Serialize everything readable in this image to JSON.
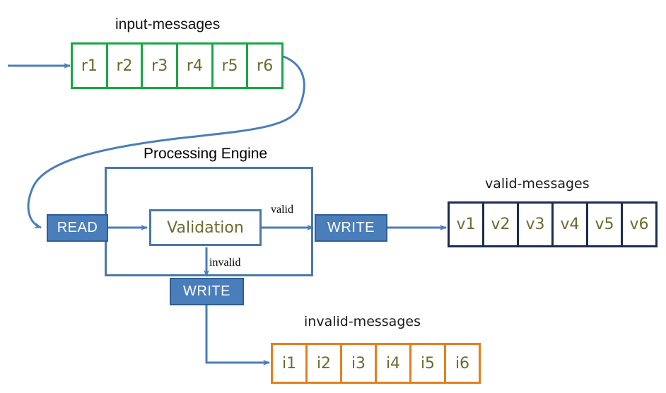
{
  "diagram": {
    "title_input_queue": "input-messages",
    "title_engine": "Processing Engine",
    "title_valid_queue": "valid-messages",
    "title_invalid_queue": "invalid-messages",
    "validation_label": "Validation",
    "read_label": "READ",
    "write_valid_label": "WRITE",
    "write_invalid_label": "WRITE",
    "edge_valid_label": "valid",
    "edge_invalid_label": "invalid"
  },
  "queues": {
    "input": {
      "name": "input-messages",
      "border_color": "#18a745",
      "cells": [
        "r1",
        "r2",
        "r3",
        "r4",
        "r5",
        "r6"
      ]
    },
    "valid": {
      "name": "valid-messages",
      "border_color": "#1b2c4d",
      "cells": [
        "v1",
        "v2",
        "v3",
        "v4",
        "v5",
        "v6"
      ]
    },
    "invalid": {
      "name": "invalid-messages",
      "border_color": "#e2801d",
      "cells": [
        "i1",
        "i2",
        "i3",
        "i4",
        "i5",
        "i6"
      ]
    }
  },
  "colors": {
    "arrow_blue": "#4a7ebb",
    "chip_fill": "#4a7ebb",
    "chip_border": "#2f5d93",
    "engine_border": "#4a78a8",
    "cell_text": "#6b6b2f",
    "background": "#ffffff"
  }
}
